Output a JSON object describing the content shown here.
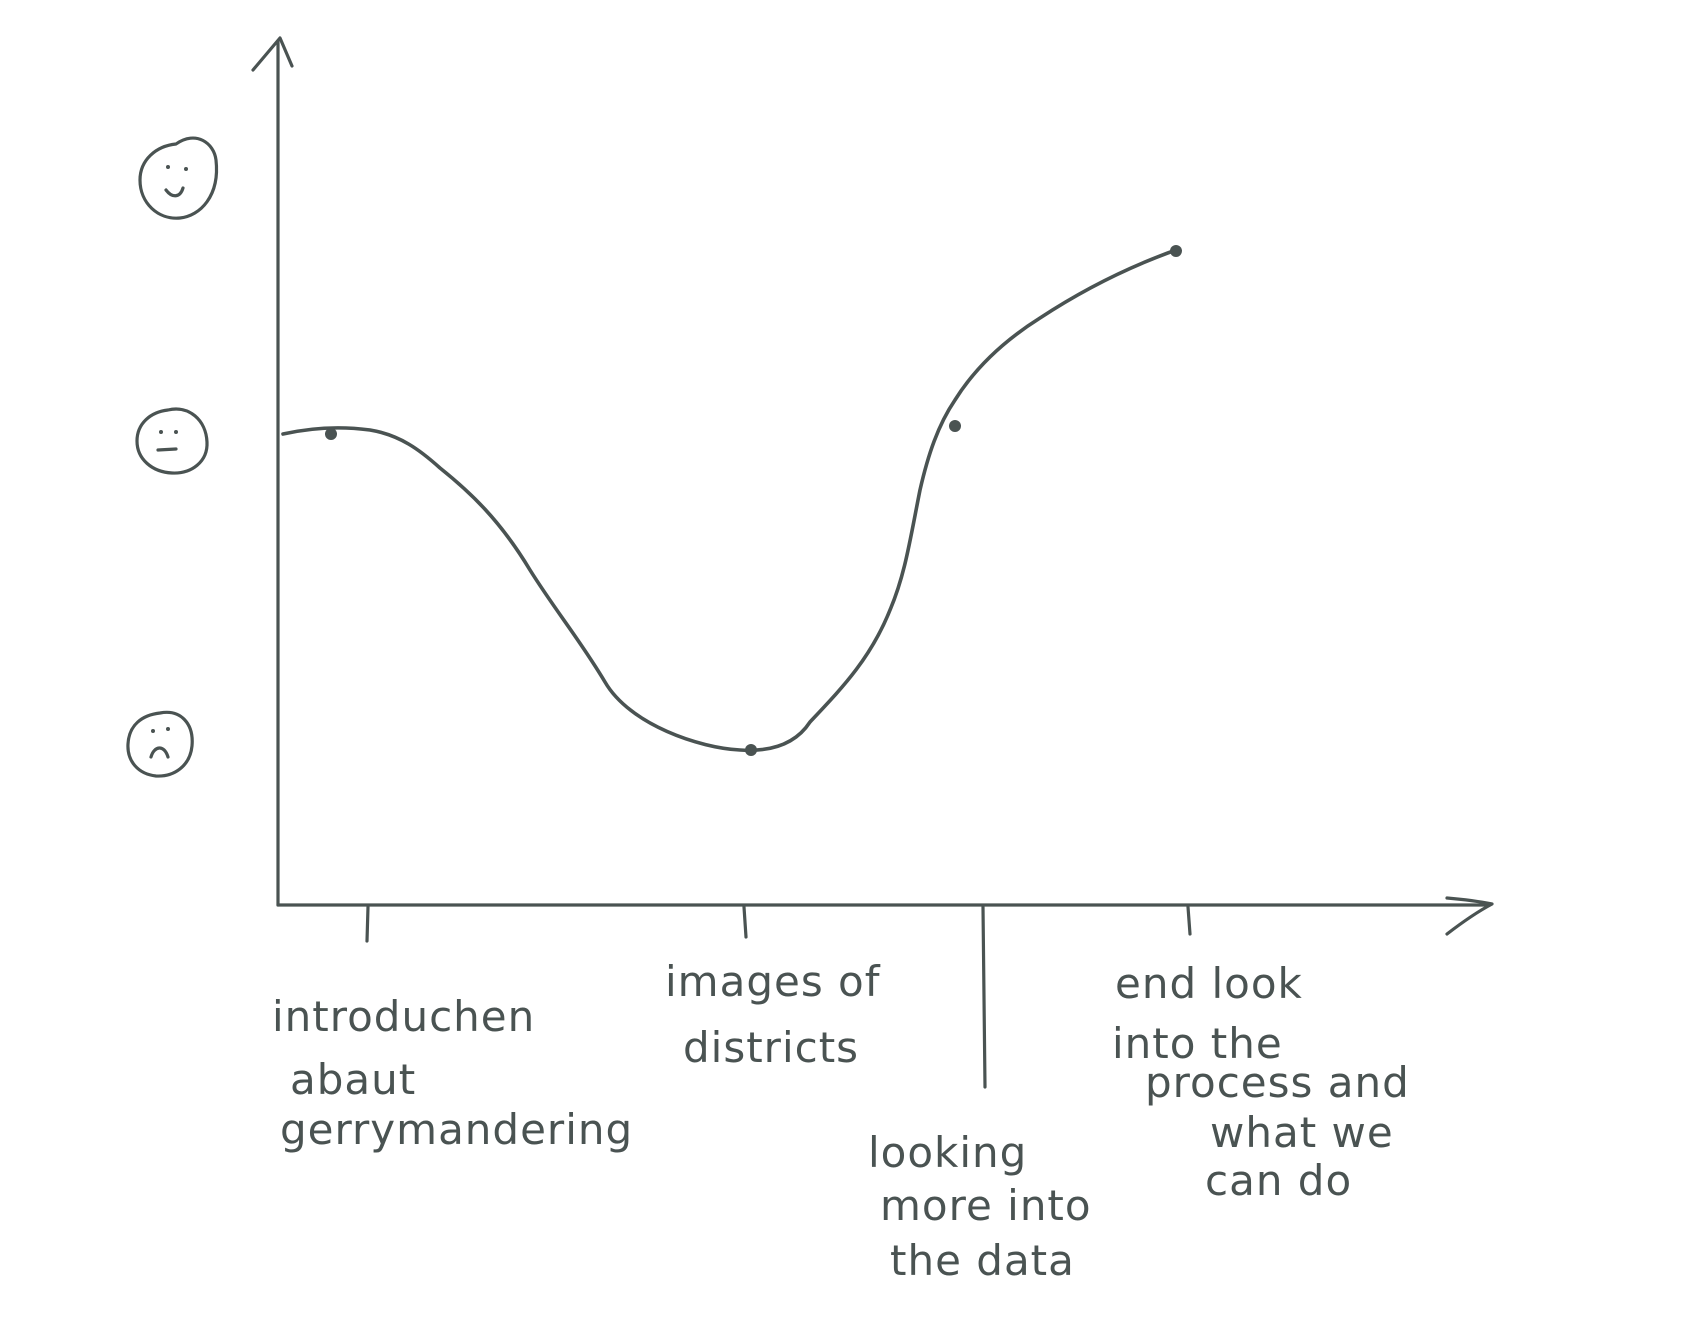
{
  "diagram": {
    "mood_levels": [
      "happy",
      "neutral",
      "sad"
    ],
    "x_labels": [
      {
        "id": "intro",
        "lines": [
          "introduchen",
          "abaut",
          "gerrymandering"
        ]
      },
      {
        "id": "images",
        "lines": [
          "images of",
          "districts"
        ]
      },
      {
        "id": "data",
        "lines": [
          "looking",
          "more into",
          "the data"
        ]
      },
      {
        "id": "end",
        "lines": [
          "end look",
          "into the",
          "process and",
          "what we",
          "can do"
        ]
      }
    ],
    "curve_points": [
      {
        "stage": "introduchen abaut gerrymandering",
        "mood": "neutral"
      },
      {
        "stage": "images of districts",
        "mood": "sad"
      },
      {
        "stage": "looking more into the data",
        "mood": "neutral"
      },
      {
        "stage": "end look into the process and what we can do",
        "mood": "above neutral, near happy"
      }
    ],
    "icons": {
      "happy": "happy-face-icon",
      "neutral": "neutral-face-icon",
      "sad": "sad-face-icon"
    },
    "ink_color": "#4a5352"
  }
}
